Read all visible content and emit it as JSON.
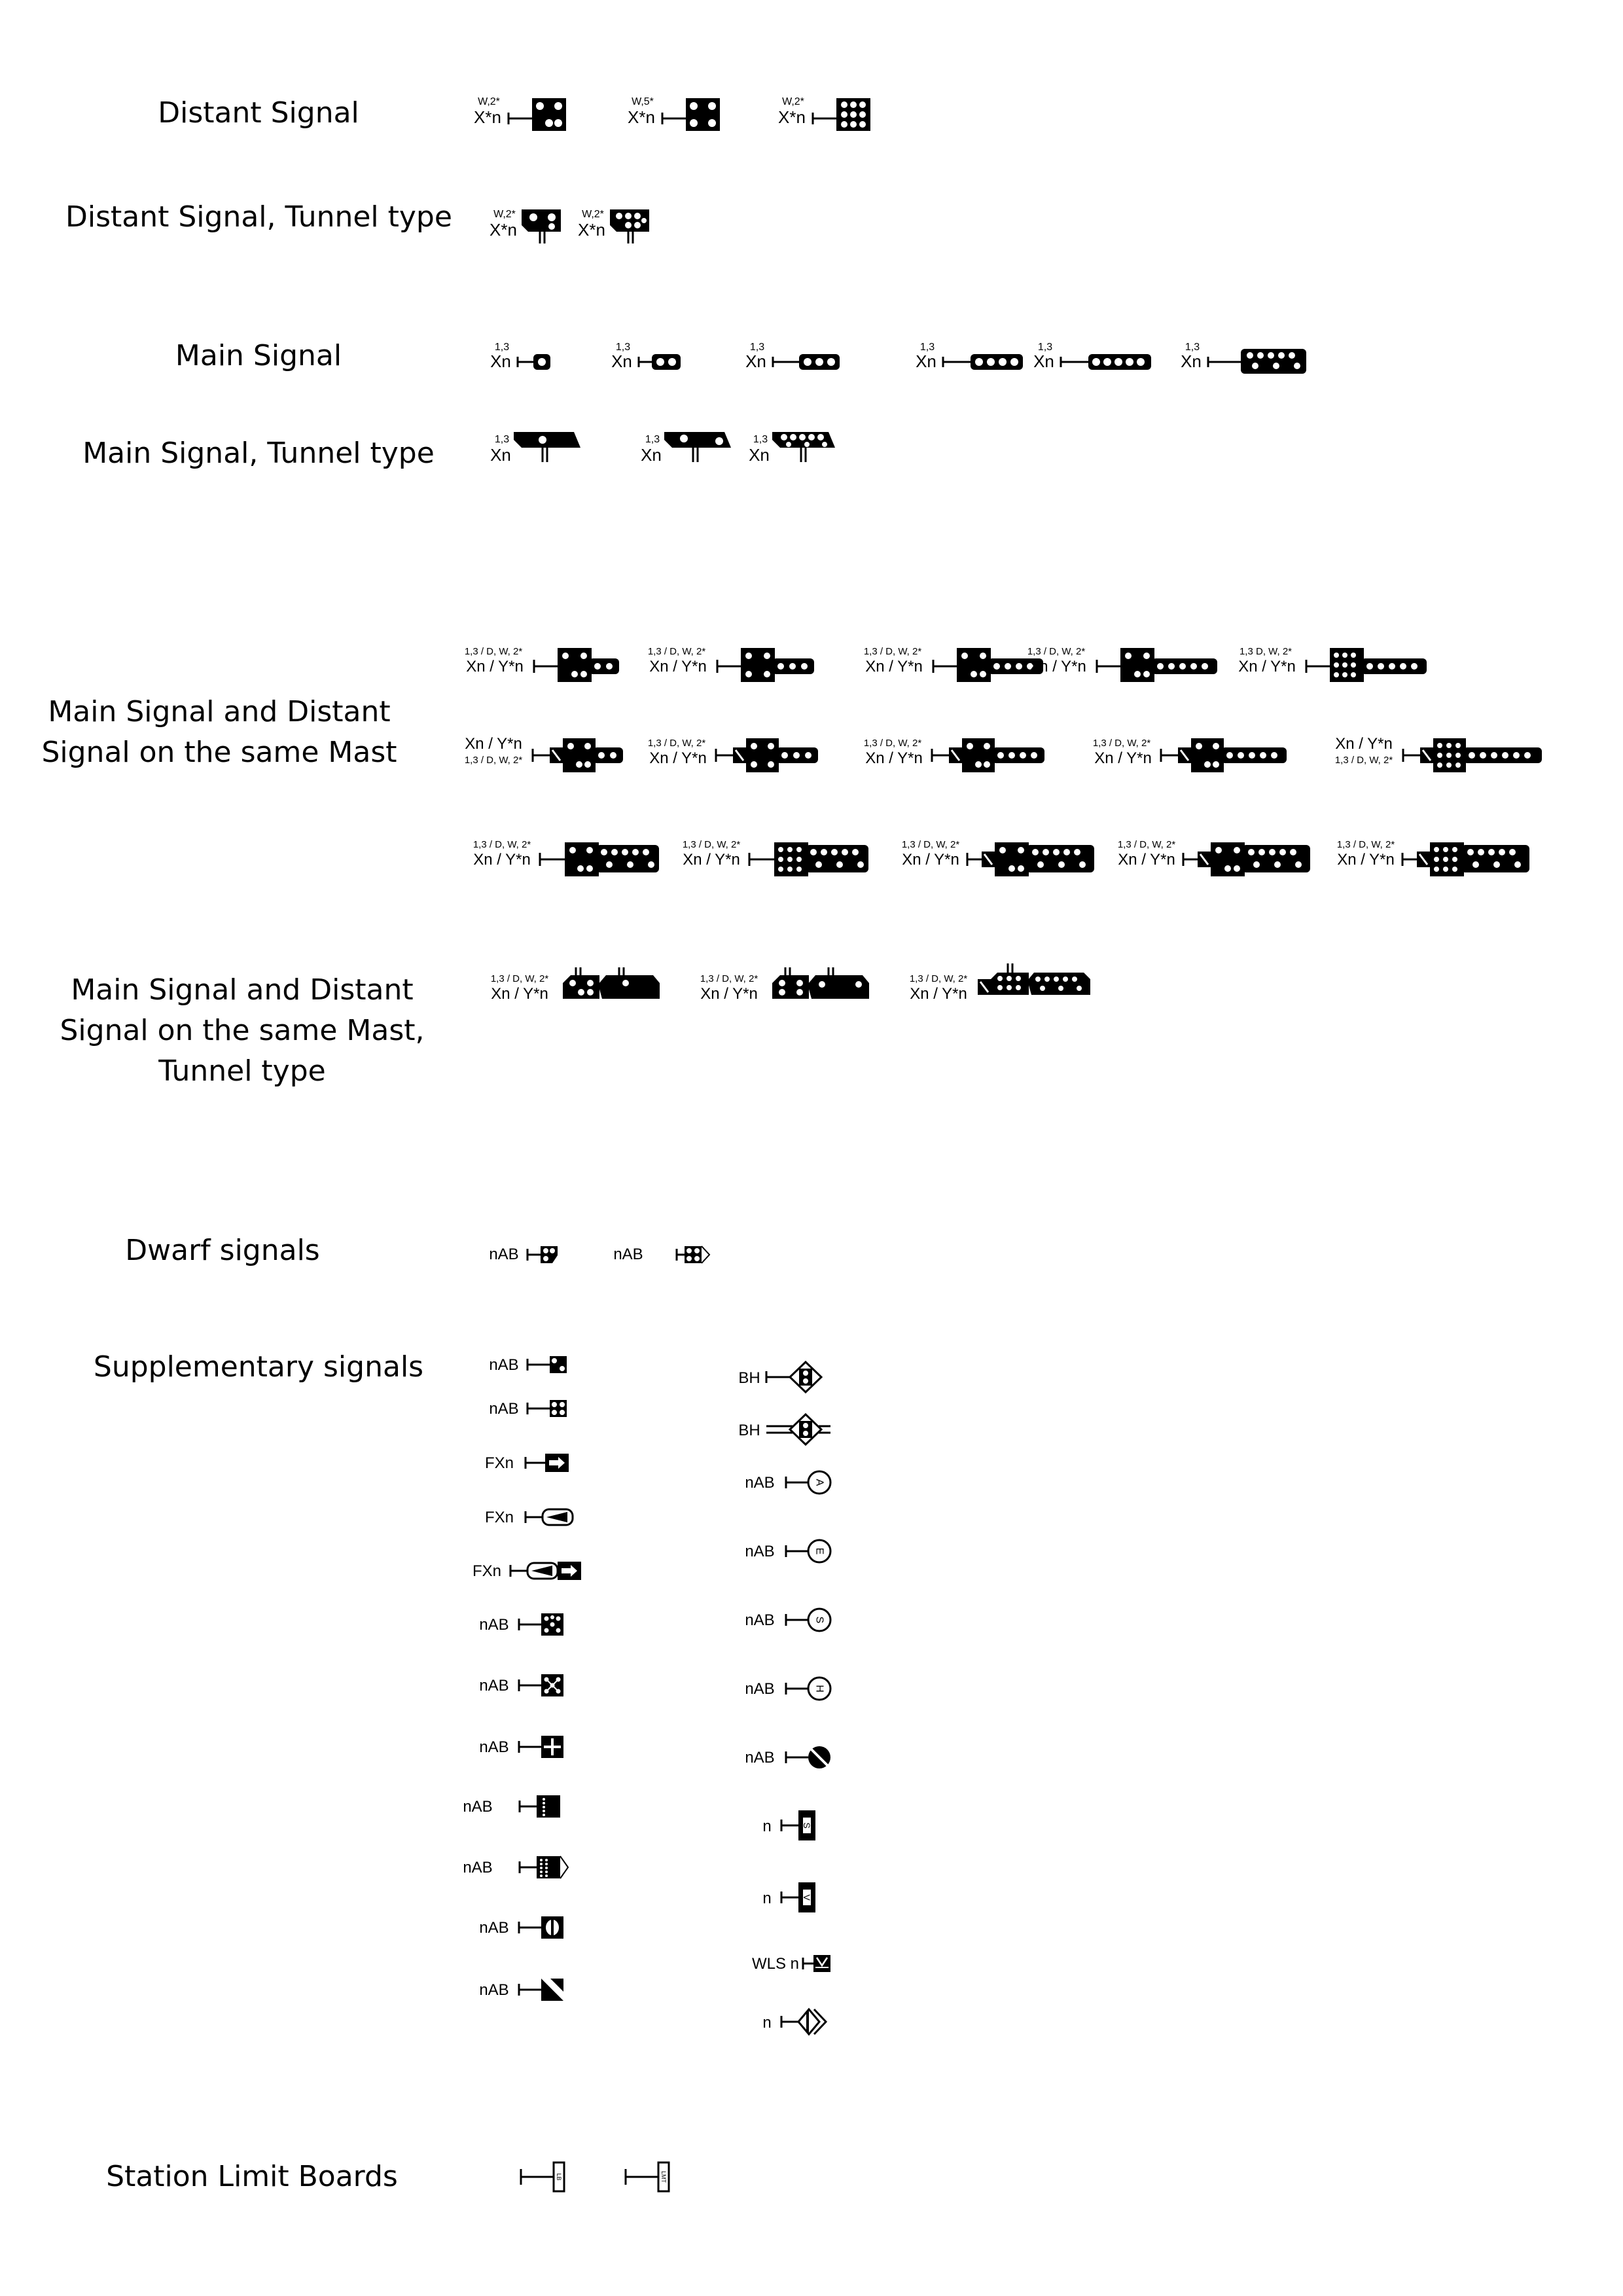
{
  "headings": {
    "distant": "Distant Signal",
    "distant_tunnel": "Distant Signal, Tunnel type",
    "main": "Main Signal",
    "main_tunnel": "Main Signal, Tunnel type",
    "combined_line1": "Main Signal and Distant",
    "combined_line2": "Signal on the same Mast",
    "combined_tunnel_line1": "Main Signal and Distant",
    "combined_tunnel_line2": "Signal on the same Mast,",
    "combined_tunnel_line3": "Tunnel type",
    "dwarf": "Dwarf signals",
    "supplementary": "Supplementary signals",
    "station_limit": "Station Limit Boards"
  },
  "distant": [
    {
      "top": "W,2*",
      "name": "X*n"
    },
    {
      "top": "W,5*",
      "name": "X*n"
    },
    {
      "top": "W,2*",
      "name": "X*n"
    }
  ],
  "distant_tunnel": [
    {
      "top": "W,2*",
      "name": "X*n"
    },
    {
      "top": "W,2*",
      "name": "X*n"
    }
  ],
  "main": [
    {
      "top": "1,3",
      "name": "Xn"
    },
    {
      "top": "1,3",
      "name": "Xn"
    },
    {
      "top": "1,3",
      "name": "Xn"
    },
    {
      "top": "1,3",
      "name": "Xn"
    },
    {
      "top": "1,3",
      "name": "Xn"
    },
    {
      "top": "1,3",
      "name": "Xn"
    }
  ],
  "main_tunnel": [
    {
      "top": "1,3",
      "name": "Xn"
    },
    {
      "top": "1,3",
      "name": "Xn"
    },
    {
      "top": "1,3",
      "name": "Xn"
    }
  ],
  "combined_row1": [
    {
      "top": "1,3 / D, W, 2*",
      "name": "Xn / Y*n"
    },
    {
      "top": "1,3 / D, W, 2*",
      "name": "Xn / Y*n"
    },
    {
      "top": "1,3 / D, W, 2*",
      "name": "Xn / Y*n"
    },
    {
      "top": "1,3 / D, W, 2*",
      "name": "Xn / Y*n"
    },
    {
      "top": "1,3 D, W, 2*",
      "name": "Xn / Y*n"
    }
  ],
  "combined_row2": [
    {
      "top": "Xn / Y*n",
      "name": "1,3 / D, W, 2*"
    },
    {
      "top": "1,3 / D, W, 2*",
      "name": "Xn / Y*n"
    },
    {
      "top": "1,3 / D, W, 2*",
      "name": "Xn / Y*n"
    },
    {
      "top": "1,3 / D, W, 2*",
      "name": "Xn / Y*n"
    },
    {
      "top": "Xn / Y*n",
      "name": "1,3 / D, W, 2*"
    }
  ],
  "combined_row3": [
    {
      "top": "1,3 / D, W, 2*",
      "name": "Xn / Y*n"
    },
    {
      "top": "1,3 / D, W, 2*",
      "name": "Xn / Y*n"
    },
    {
      "top": "1,3 / D, W, 2*",
      "name": "Xn / Y*n"
    },
    {
      "top": "1,3 / D, W, 2*",
      "name": "Xn / Y*n"
    },
    {
      "top": "1,3 / D, W, 2*",
      "name": "Xn / Y*n"
    }
  ],
  "combined_tunnel": [
    {
      "top": "1,3 / D, W, 2*",
      "name": "Xn / Y*n"
    },
    {
      "top": "1,3 / D, W, 2*",
      "name": "Xn / Y*n"
    },
    {
      "top": "1,3 / D, W, 2*",
      "name": "Xn / Y*n"
    }
  ],
  "dwarf": [
    {
      "name": "nAB"
    },
    {
      "name": "nAB"
    }
  ],
  "supp_left": [
    {
      "name": "nAB"
    },
    {
      "name": "nAB"
    },
    {
      "name": "FXn"
    },
    {
      "name": "FXn"
    },
    {
      "name": "FXn"
    },
    {
      "name": "nAB"
    },
    {
      "name": "nAB"
    },
    {
      "name": "nAB"
    },
    {
      "name": "nAB"
    },
    {
      "name": "nAB"
    },
    {
      "name": "nAB"
    },
    {
      "name": "nAB"
    }
  ],
  "supp_right": [
    {
      "name": "BH"
    },
    {
      "name": "BH"
    },
    {
      "name": "nAB",
      "letter": "A"
    },
    {
      "name": "nAB",
      "letter": "E"
    },
    {
      "name": "nAB",
      "letter": "S"
    },
    {
      "name": "nAB",
      "letter": "H"
    },
    {
      "name": "nAB"
    },
    {
      "name": "n",
      "letter": "S"
    },
    {
      "name": "n",
      "letter": "V"
    },
    {
      "name": "WLS n"
    },
    {
      "name": "n"
    }
  ],
  "station_limit": [
    {
      "letters": "LB"
    },
    {
      "letters": "LMT"
    }
  ]
}
